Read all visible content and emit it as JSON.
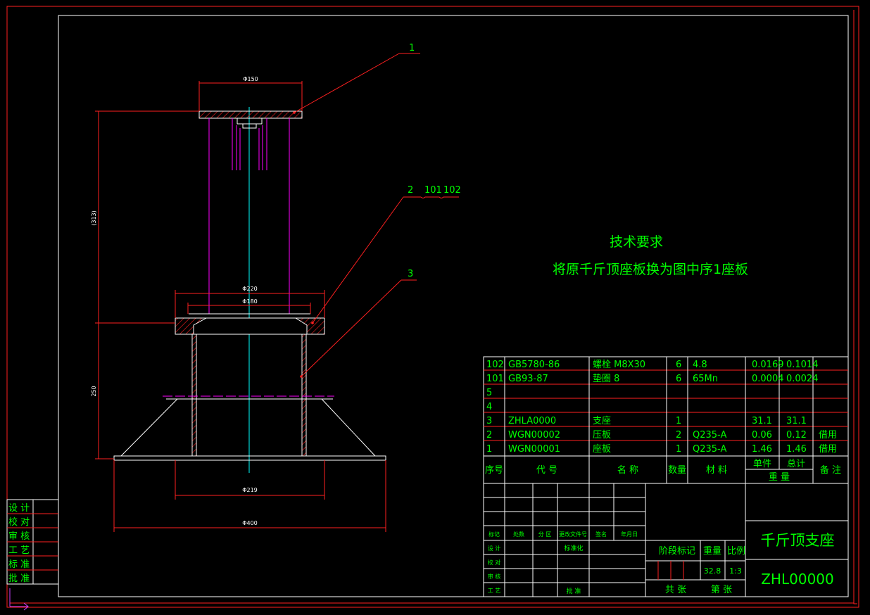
{
  "colors": {
    "bg": "#000000",
    "border": "#ff2020",
    "text": "#00ff00",
    "outline": "#ffffff",
    "center": "#00ffff",
    "hidden": "#ff00ff"
  },
  "balloons": {
    "b1": "1",
    "b2": "2",
    "b101": "101",
    "b102": "102",
    "b3": "3"
  },
  "dims": {
    "d150": "Φ150",
    "d313": "(313)",
    "d220": "Φ220",
    "d180": "Φ180",
    "d250": "250",
    "d219": "Φ219",
    "d400": "Φ400"
  },
  "tech": {
    "title": "技术要求",
    "line1": "将原千斤顶座板换为图中序1座板"
  },
  "left_stamps": [
    "设 计",
    "校 对",
    "审 核",
    "工 艺",
    "标 准",
    "批 准"
  ],
  "bom_rows": [
    {
      "no": "102",
      "code": "GB5780-86",
      "name": "螺栓 M8X30",
      "qty": "6",
      "mat": "4.8",
      "unit": "0.0169",
      "total": "0.1014",
      "note": ""
    },
    {
      "no": "101",
      "code": "GB93-87",
      "name": "垫圈 8",
      "qty": "6",
      "mat": "65Mn",
      "unit": "0.0004",
      "total": "0.0024",
      "note": ""
    },
    {
      "no": "5",
      "code": "",
      "name": "",
      "qty": "",
      "mat": "",
      "unit": "",
      "total": "",
      "note": ""
    },
    {
      "no": "4",
      "code": "",
      "name": "",
      "qty": "",
      "mat": "",
      "unit": "",
      "total": "",
      "note": ""
    },
    {
      "no": "3",
      "code": "ZHLA0000",
      "name": "支座",
      "qty": "1",
      "mat": "",
      "unit": "31.1",
      "total": "31.1",
      "note": ""
    },
    {
      "no": "2",
      "code": "WGN00002",
      "name": "压板",
      "qty": "2",
      "mat": "Q235-A",
      "unit": "0.06",
      "total": "0.12",
      "note": "借用"
    },
    {
      "no": "1",
      "code": "WGN00001",
      "name": "座板",
      "qty": "1",
      "mat": "Q235-A",
      "unit": "1.46",
      "total": "1.46",
      "note": "借用"
    }
  ],
  "bom_header": {
    "no": "序号",
    "code": "代    号",
    "name": "名    称",
    "qty": "数量",
    "mat": "材  料",
    "unit": "单件",
    "total": "总计",
    "weight": "重  量",
    "note": "备 注"
  },
  "title_block": {
    "rev_headers": [
      "标记",
      "处数",
      "分 区",
      "更改文件号",
      "签名",
      "年月日"
    ],
    "sign_labels": [
      "设 计",
      "校 对",
      "审 核",
      "工 艺"
    ],
    "std_label": "标准化",
    "approve_label": "批 准",
    "stage_label": "阶段标记",
    "weight_label": "重量",
    "scale_label": "比例",
    "weight_value": "32.8",
    "scale_value": "1:3",
    "sheets_total": "共    张",
    "sheet_no": "第    张",
    "drawing_name": "千斤顶支座",
    "drawing_no": "ZHL00000"
  }
}
